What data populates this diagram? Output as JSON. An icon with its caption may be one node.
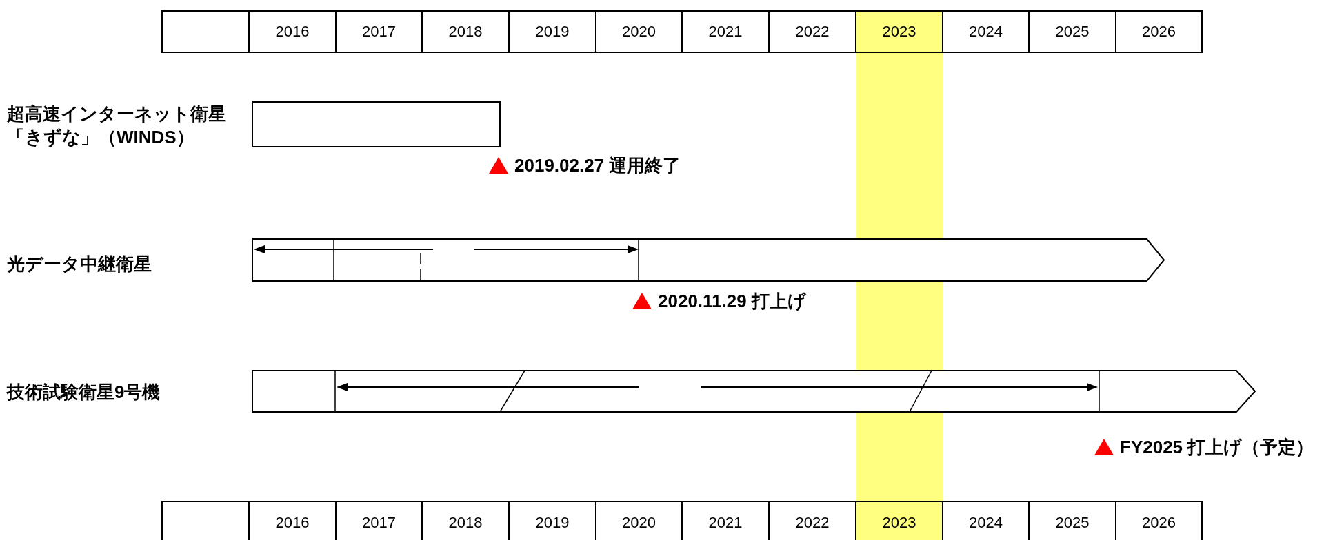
{
  "diagram": {
    "nodes": [
      {
        "text": [],
        "shape": "bar",
        "beside": [
          "2019.02.27 運用終了"
        ]
      },
      {
        "text": [],
        "shape": "bar",
        "beside": [
          "2020.11.29 打上げ"
        ]
      },
      {
        "text": [],
        "shape": "bar",
        "beside": [
          "FY2025 打上げ（予定）"
        ]
      }
    ],
    "labels": [
      "2016",
      "2017",
      "2018",
      "2019",
      "2020",
      "2021",
      "2022",
      "2023",
      "2024",
      "2025",
      "2026",
      "超高速インターネット衛星「きずな」（WINDS）",
      "光データ中継衛星",
      "技術試験衛星9号機",
      "2016",
      "2017",
      "2018",
      "2019",
      "2020",
      "2021",
      "2022",
      "2023",
      "2024",
      "2025",
      "2026"
    ]
  }
}
